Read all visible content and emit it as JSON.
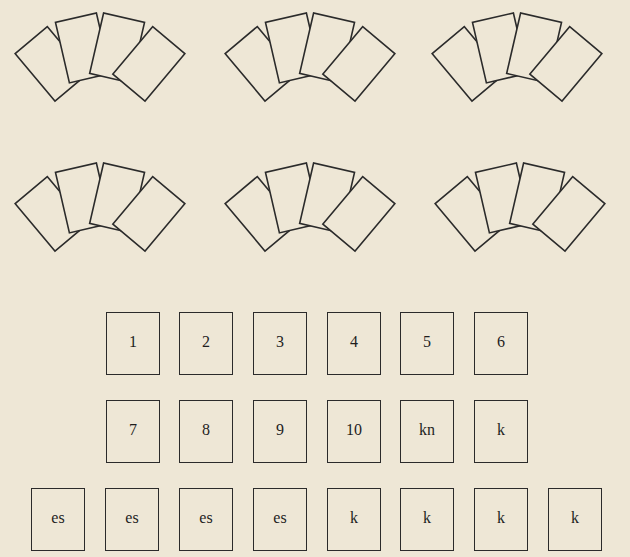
{
  "diagram": {
    "nodes": [
      {
        "text": [
          "1"
        ]
      },
      {
        "text": [
          "2"
        ]
      },
      {
        "text": [
          "3"
        ]
      },
      {
        "text": [
          "4"
        ]
      },
      {
        "text": [
          "5"
        ]
      },
      {
        "text": [
          "6"
        ]
      },
      {
        "text": [
          "7"
        ]
      },
      {
        "text": [
          "8"
        ]
      },
      {
        "text": [
          "9"
        ]
      },
      {
        "text": [
          "10"
        ]
      },
      {
        "text": [
          "kn"
        ]
      },
      {
        "text": [
          "k"
        ]
      },
      {
        "text": [
          "es"
        ]
      },
      {
        "text": [
          "es"
        ]
      },
      {
        "text": [
          "es"
        ]
      },
      {
        "text": [
          "es"
        ]
      },
      {
        "text": [
          "k"
        ]
      },
      {
        "text": [
          "k"
        ]
      },
      {
        "text": [
          "k"
        ]
      },
      {
        "text": [
          "k"
        ]
      }
    ]
  }
}
